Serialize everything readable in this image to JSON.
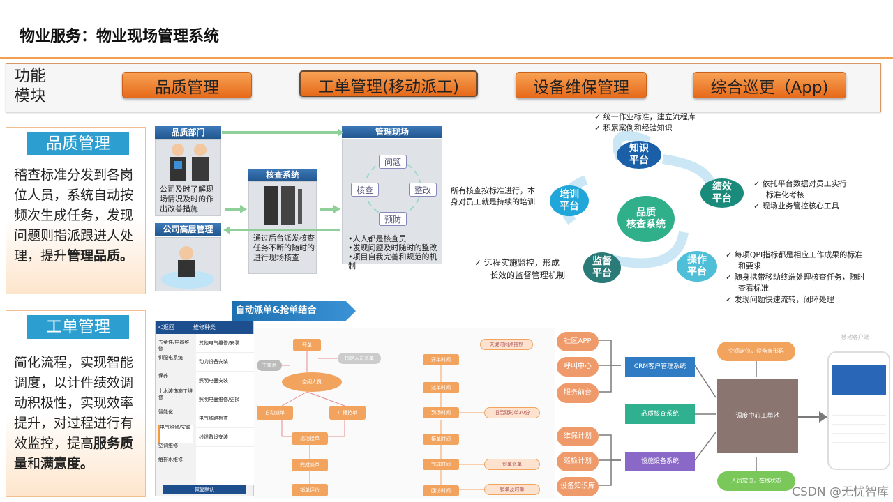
{
  "page_title": "物业服务：物业现场管理系统",
  "module_bar": {
    "label_line1": "功能",
    "label_line2": "模块",
    "tabs": [
      "品质管理",
      "工单管理(移动派工)",
      "设备维保管理",
      "综合巡更（App)"
    ]
  },
  "quality_panel": {
    "heading": "品质管理",
    "text": "稽查标准分发到各岗位人员，系统自动按频次生成任务，发现问题则指派跟进人处理，提升",
    "bold": "管理品质。"
  },
  "workorder_panel": {
    "heading": "工单管理",
    "text": "简化流程，实现智能调度，以计件绩效调动积极性，实现效率提升，对过程进行有效监控，提高",
    "bold1": "服务质量",
    "mid": "和",
    "bold2": "满意度。"
  },
  "quality_diagram": {
    "dept": "品质部门",
    "dept_caption": "公司及时了解现场情况及时的作出改善措施",
    "senior": "公司高层管理",
    "check_system": "核查系统",
    "check_caption": "通过后台派发核查任务不断的随时的进行现场核查",
    "site": "管理现场",
    "cycle": [
      "问题",
      "整改",
      "预防",
      "核查"
    ],
    "site_bullets": [
      "•人人都是核查员",
      "•发现问题及时随时的整改",
      "•项目自我完善和规范的机制"
    ]
  },
  "core_diagram": {
    "center": [
      "品质",
      "核查系统"
    ],
    "knowledge": [
      "知识",
      "平台"
    ],
    "training": [
      "培训",
      "平台"
    ],
    "performance": [
      "绩效",
      "平台"
    ],
    "operation": [
      "操作",
      "平台"
    ],
    "supervision": [
      "监督",
      "平台"
    ],
    "knowledge_notes": [
      "✓  统一作业标准，建立流程库",
      "✓  积累案例和经验知识"
    ],
    "training_notes": [
      "所有核查按标准进行，本",
      "身对员工就是持续的培训"
    ],
    "performance_notes": [
      "✓  依托平台数据对员工实行",
      "标准化考核",
      "✓  现场业务管控核心工具"
    ],
    "operation_notes": [
      "✓  每项QPI指标都是相应工作成果的标准",
      "和要求",
      "✓  随身携带移动终端处理核查任务，随时",
      "查看标准",
      "✓  发现问题快速流转，闭环处理"
    ],
    "supervision_notes": [
      "✓  远程实施监控，形成",
      "长效的监督管理机制"
    ]
  },
  "dispatch_banner": "自动派单&抢单结合",
  "phone": {
    "header": "维修种类",
    "back": "＜返回",
    "left_items": [
      "五金件/电器维修",
      "供配电系统",
      "保养",
      "土木装饰施工维修",
      "智能化",
      "电气维修/安装",
      "空调维修",
      "给排水维修"
    ],
    "right_items": [
      "其他电气维修/安装",
      "动力设备安装",
      "照明电器安装",
      "照明电器维修/更换",
      "电气线路检查",
      "线缆敷设安装"
    ],
    "footer": "恢复默认"
  },
  "flow": {
    "nodes": [
      "开单",
      "工单池",
      "指定人员派单",
      "空闲人员",
      "自动派单",
      "广播抢单",
      "现场接单",
      "完成派单",
      "销单评价"
    ],
    "timeline": [
      "开单时间",
      "派单时间",
      "到场时间",
      "接单时间",
      "完成时间",
      "回访时间"
    ],
    "side": [
      "关键时间点控制",
      "旧后延时单30分",
      "假单派单",
      "销单及时单"
    ]
  },
  "sources": [
    "社区APP",
    "呼叫中心",
    "服务前台",
    "维保计划",
    "巡检计划",
    "设备知识库"
  ],
  "systems": [
    "CRM客户管理系统",
    "品质核查系统",
    "设施设备系统"
  ],
  "dispatch_center": "调度中心工单池",
  "green_top": "空间定位，设备条形码",
  "green_bottom": "人员定位，在线状态",
  "mobile_label": "移动客户端",
  "watermark": "CSDN @无忧智库"
}
